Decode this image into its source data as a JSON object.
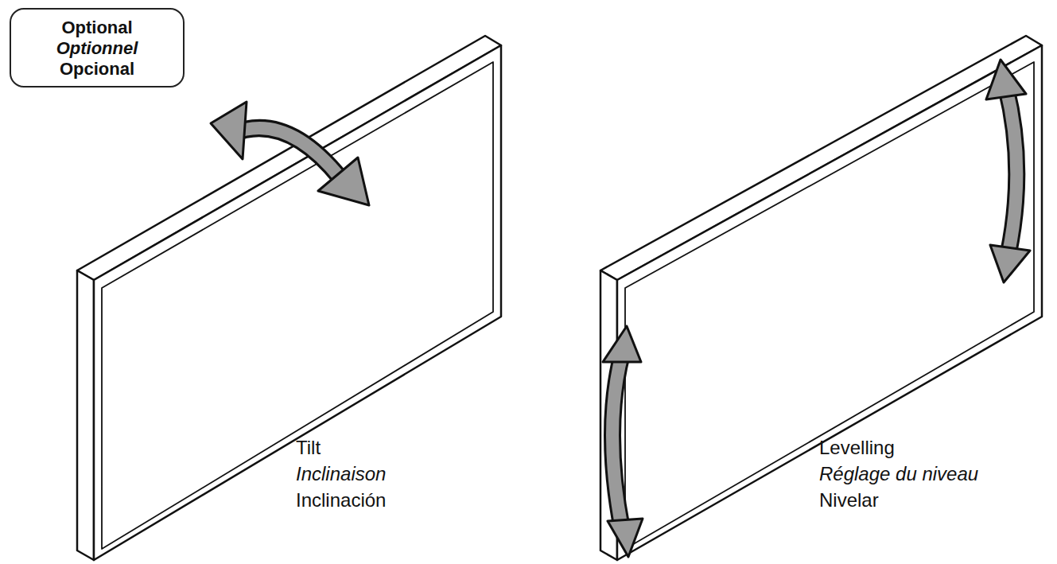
{
  "diagram": {
    "nodes": [
      {
        "text": [
          "Optional",
          "Optionnel",
          "Opcional"
        ]
      }
    ],
    "labels": [
      "Tilt",
      "Inclinaison",
      "Inclinación",
      "Levelling",
      "Réglage du niveau",
      "Nivelar"
    ]
  }
}
